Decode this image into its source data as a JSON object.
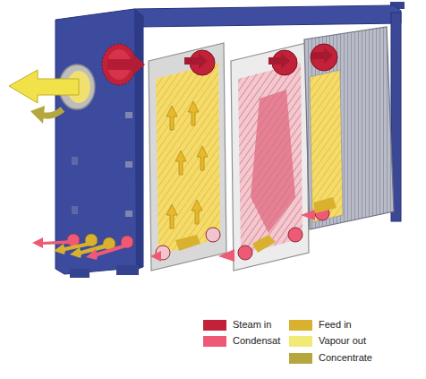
{
  "diagram": {
    "legend": [
      {
        "text": "Steam in",
        "color": "#c2213a"
      },
      {
        "text": "Condensat",
        "color": "#ee5a76"
      },
      {
        "text": "Feed in",
        "color": "#d8b22e"
      },
      {
        "text": "Vapour out",
        "color": "#f1ea76"
      },
      {
        "text": "Concentrate",
        "color": "#b5a73e"
      }
    ]
  }
}
